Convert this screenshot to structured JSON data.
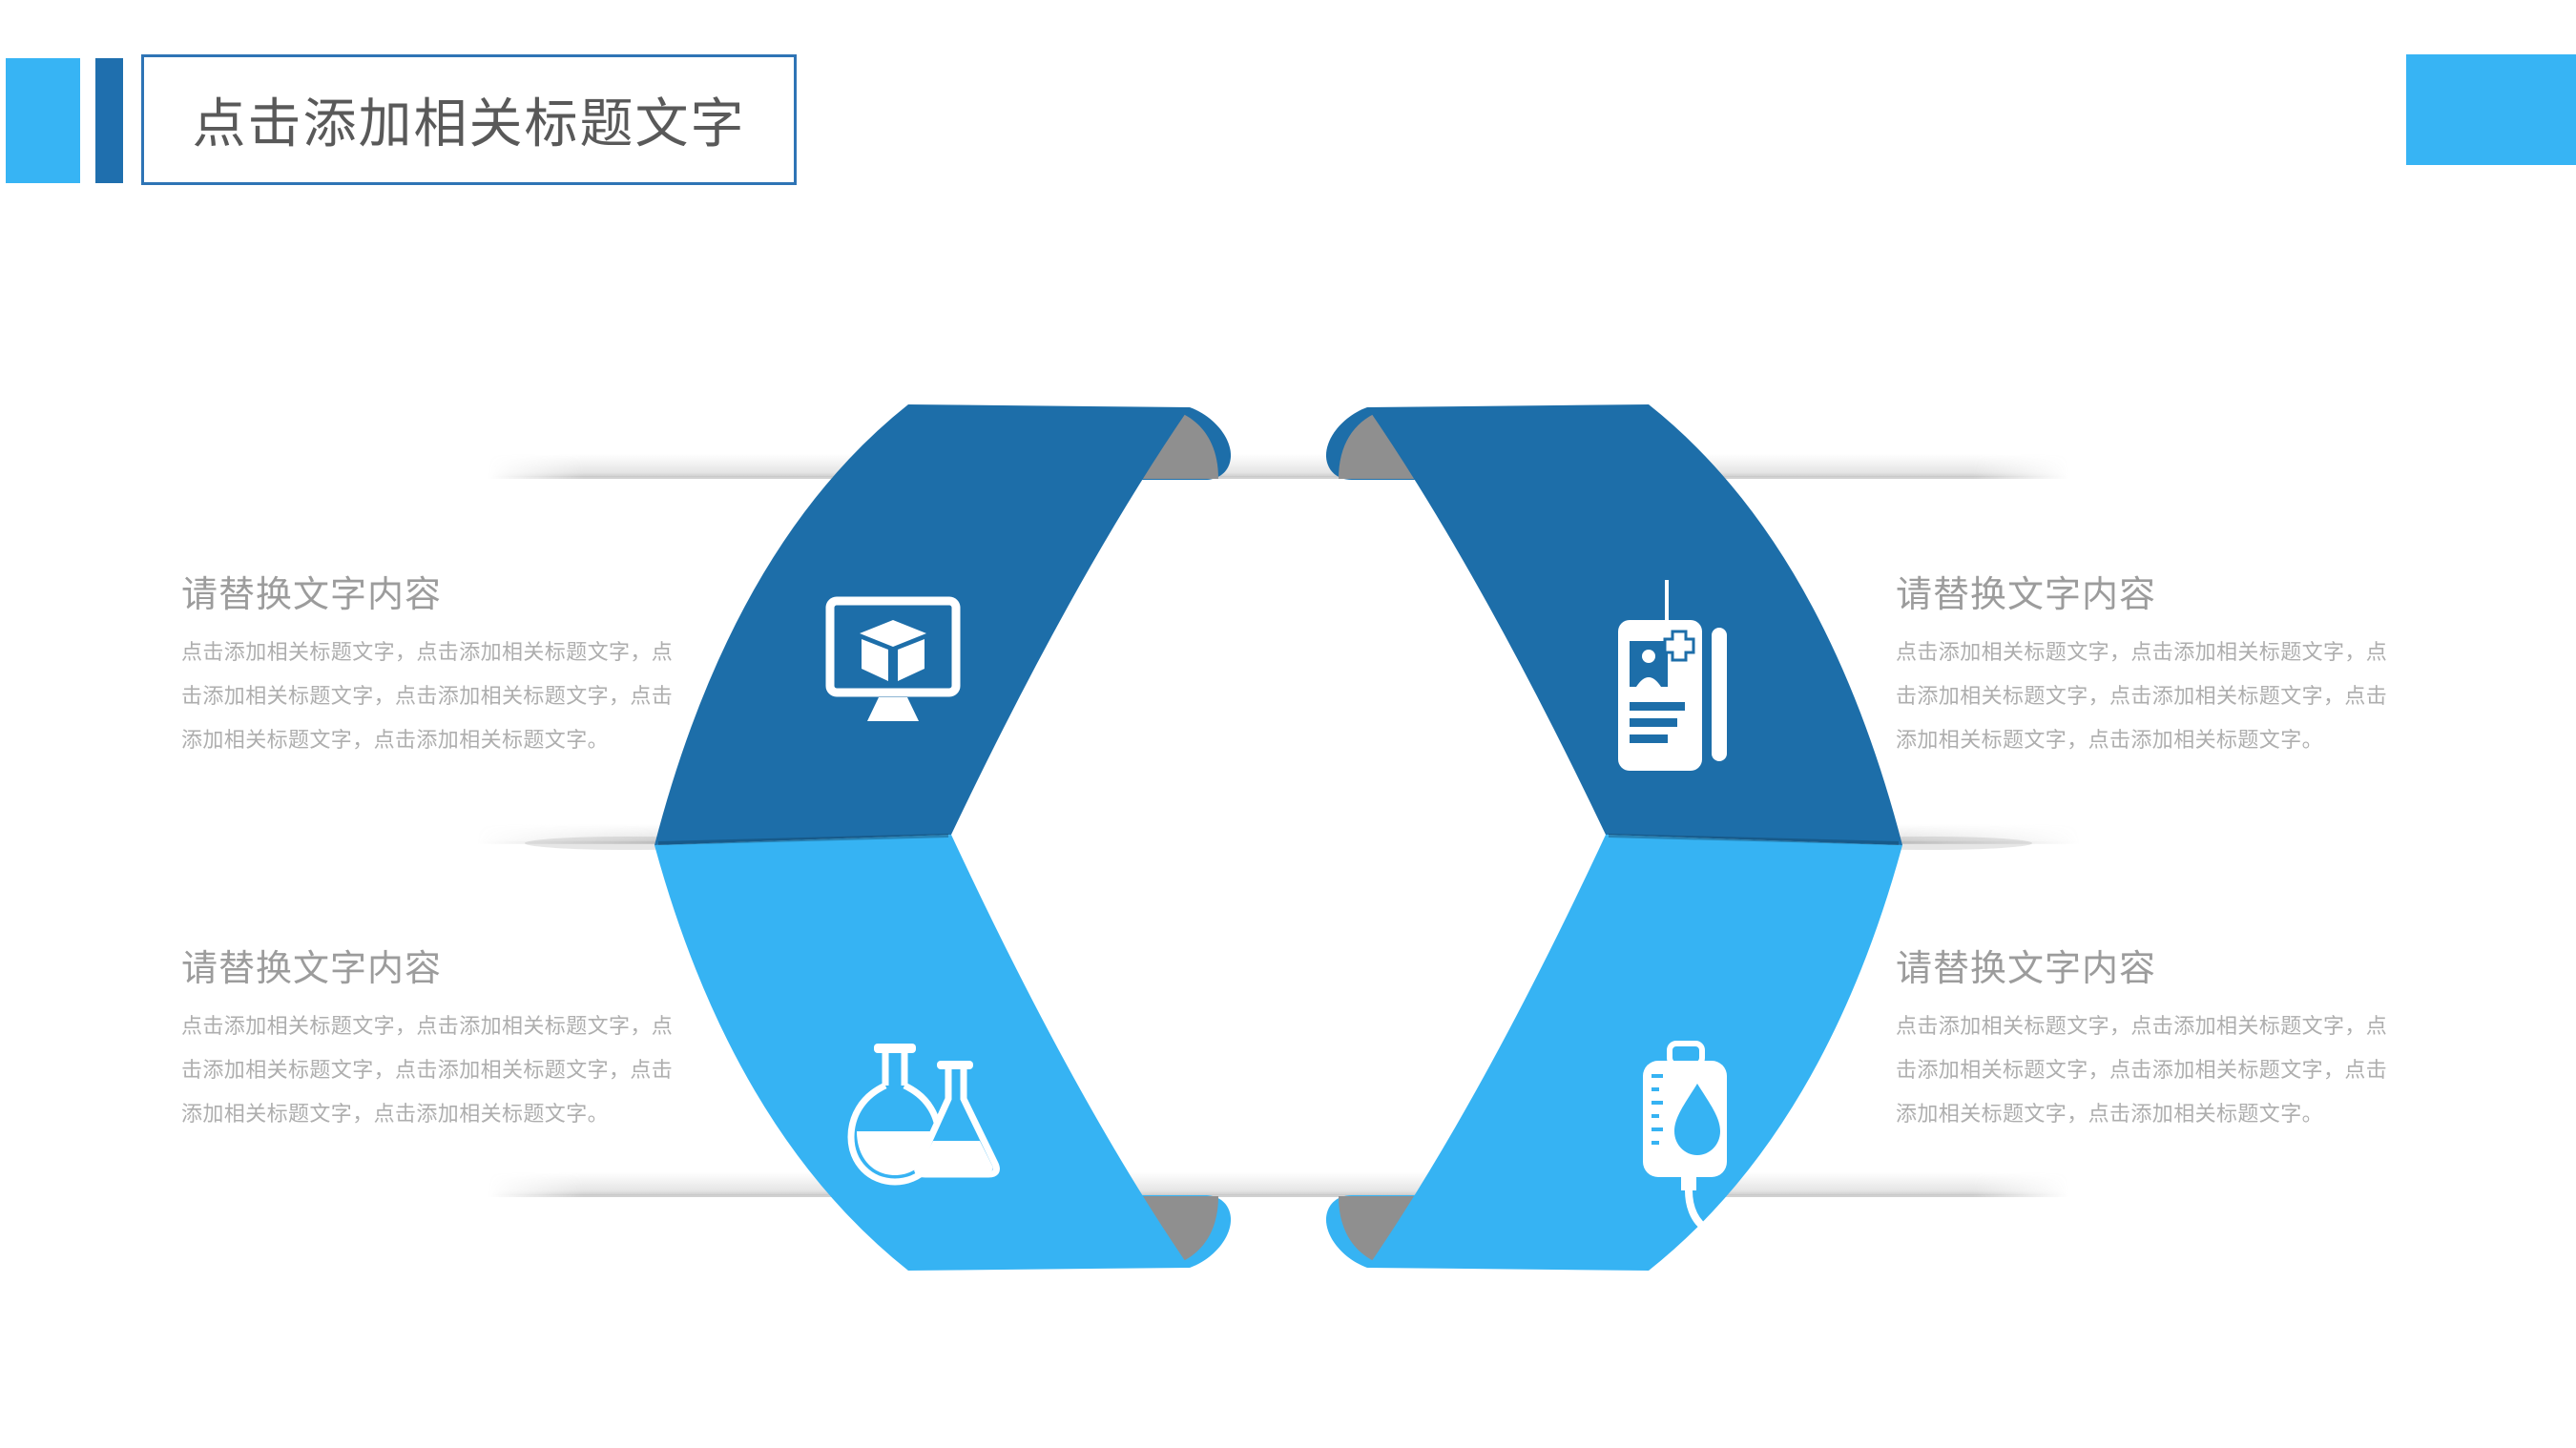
{
  "header": {
    "title": "点击添加相关标题文字",
    "accents": {
      "light_square_color": "#37b4f4",
      "dark_bar_color": "#1f6fae",
      "title_box_border_color": "#2e74b5",
      "title_text_color": "#595959"
    }
  },
  "diagram": {
    "colors": {
      "ribbon_dark_blue": "#1d6ea9",
      "ribbon_light_blue": "#36b3f3",
      "curl_underside_gray": "#8f8f8f",
      "separator_shadow_gray": "#c9c9c9",
      "icon_color": "#ffffff"
    },
    "icons": [
      {
        "name": "monitor-cube-icon",
        "position": "left-top-ribbon"
      },
      {
        "name": "medical-id-card-icon",
        "position": "right-top-ribbon"
      },
      {
        "name": "lab-flasks-icon",
        "position": "left-bottom-ribbon"
      },
      {
        "name": "iv-drip-bag-icon",
        "position": "right-bottom-ribbon"
      }
    ],
    "text_blocks": [
      {
        "id": "upper-left",
        "heading": "请替换文字内容",
        "body": "点击添加相关标题文字，点击添加相关标题文字，点击添加相关标题文字，点击添加相关标题文字，点击添加相关标题文字，点击添加相关标题文字。"
      },
      {
        "id": "upper-right",
        "heading": "请替换文字内容",
        "body": "点击添加相关标题文字，点击添加相关标题文字，点击添加相关标题文字，点击添加相关标题文字，点击添加相关标题文字，点击添加相关标题文字。"
      },
      {
        "id": "lower-left",
        "heading": "请替换文字内容",
        "body": "点击添加相关标题文字，点击添加相关标题文字，点击添加相关标题文字，点击添加相关标题文字，点击添加相关标题文字，点击添加相关标题文字。"
      },
      {
        "id": "lower-right",
        "heading": "请替换文字内容",
        "body": "点击添加相关标题文字，点击添加相关标题文字，点击添加相关标题文字，点击添加相关标题文字，点击添加相关标题文字，点击添加相关标题文字。"
      }
    ]
  }
}
